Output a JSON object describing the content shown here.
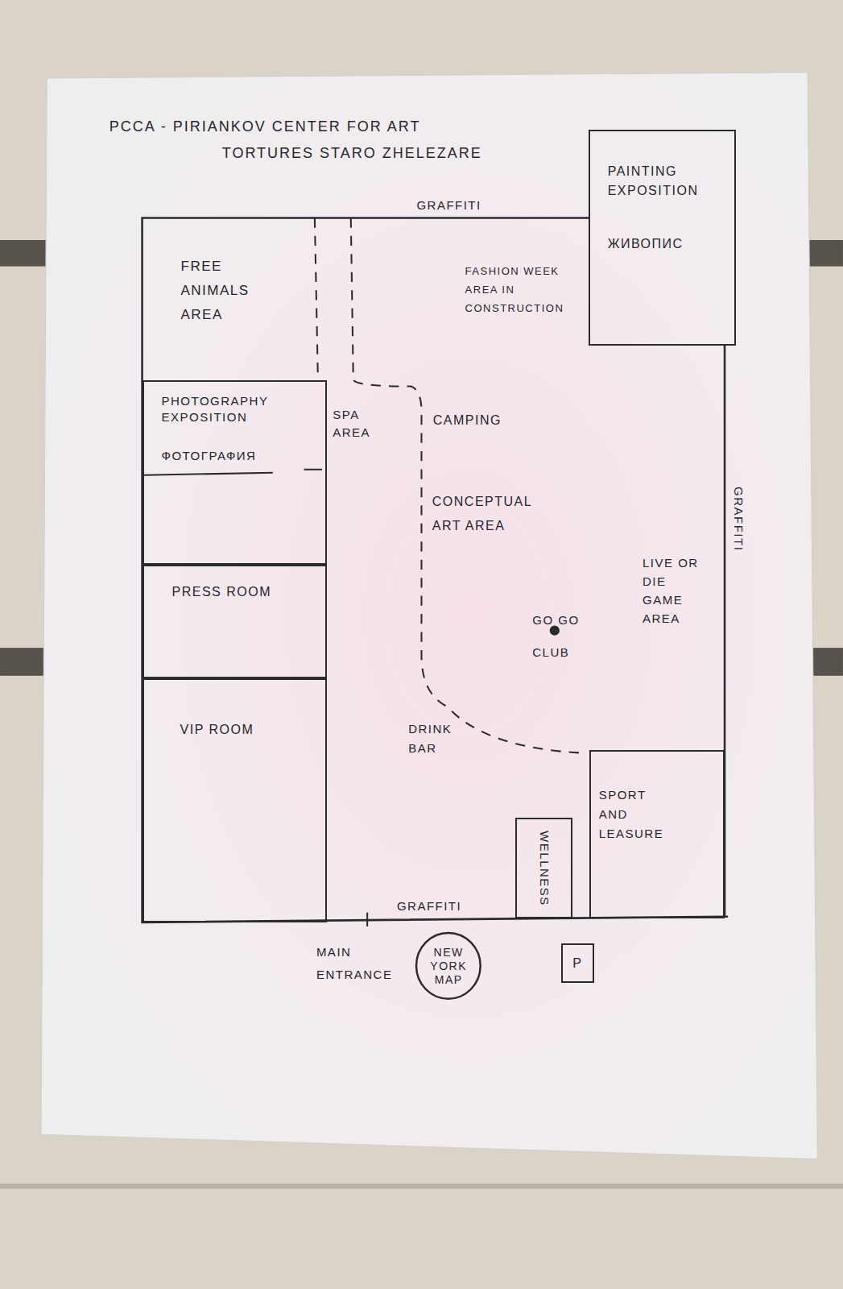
{
  "diagram": {
    "title": "PCCA - PIRIANKOV CENTER FOR ART TORTURES STARO ZHELEZARE",
    "nodes": [
      {
        "text": [
          "PAINTING EXPOSITION",
          "ЖИВОПИС"
        ]
      },
      {
        "text": [
          "PHOTOGRAPHY EXPOSITION",
          "ФОТОГРАФИЯ"
        ]
      },
      {
        "text": [
          "PRESS ROOM"
        ]
      },
      {
        "text": [
          "VIP ROOM"
        ]
      },
      {
        "text": [
          "WELLNESS"
        ]
      },
      {
        "text": [
          "SPORT AND LEASURE"
        ]
      },
      {
        "text": [
          "NEW YORK MAP"
        ]
      },
      {
        "text": [
          "P"
        ]
      }
    ],
    "labels": [
      "GRAFFITI",
      "FREE ANIMALS AREA",
      "FASHION WEEK AREA IN CONSTRUCTION",
      "SPA AREA",
      "CAMPING",
      "CONCEPTUAL ART AREA",
      "GRAFFITI",
      "LIVE OR DIE GAME AREA",
      "GO GO CLUB",
      "DRINK BAR",
      "GRAFFITI",
      "MAIN ENTRANCE"
    ]
  }
}
